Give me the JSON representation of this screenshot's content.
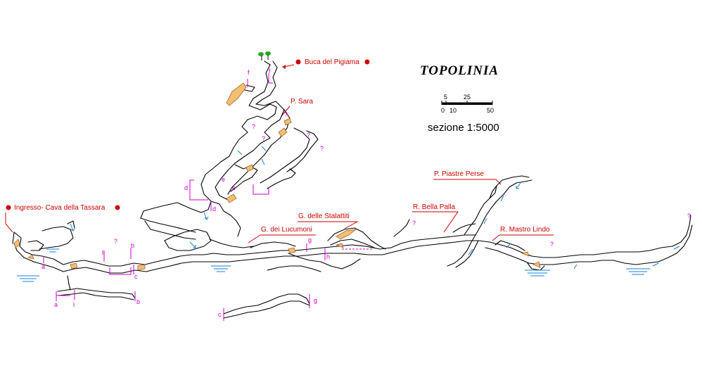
{
  "title": "TOPOLINIA",
  "scale_bar": {
    "top_labels": [
      "5",
      "25"
    ],
    "bottom_labels": [
      "0",
      "10",
      "50"
    ]
  },
  "section_label": "sezione  1:5000",
  "entrances": {
    "pigiama": "Buca del Pigiama",
    "tassara": "Ingresso- Cava della Tassara"
  },
  "features": {
    "p_sara": "P. Sara",
    "piastre_perse": "P. Piastre Perse",
    "bella_palla": "R. Bella Palla",
    "stalattiti": "G. delle Stalattiti",
    "lucumoni": "G. dei Lucumoni",
    "mastro_lindo": "R. Mastro Lindo"
  },
  "section_marks": {
    "a": "a",
    "b": "b",
    "c": "c",
    "d": "d",
    "f": "f",
    "g": "g",
    "h": "h",
    "l": "l",
    "e": "e",
    "q": "?"
  },
  "colors": {
    "label_red": "#cc0000",
    "section_magenta": "#cc00cc",
    "water_blue": "#1a7fd6",
    "sediment": "#f0c070",
    "tree_green": "#22aa22"
  }
}
